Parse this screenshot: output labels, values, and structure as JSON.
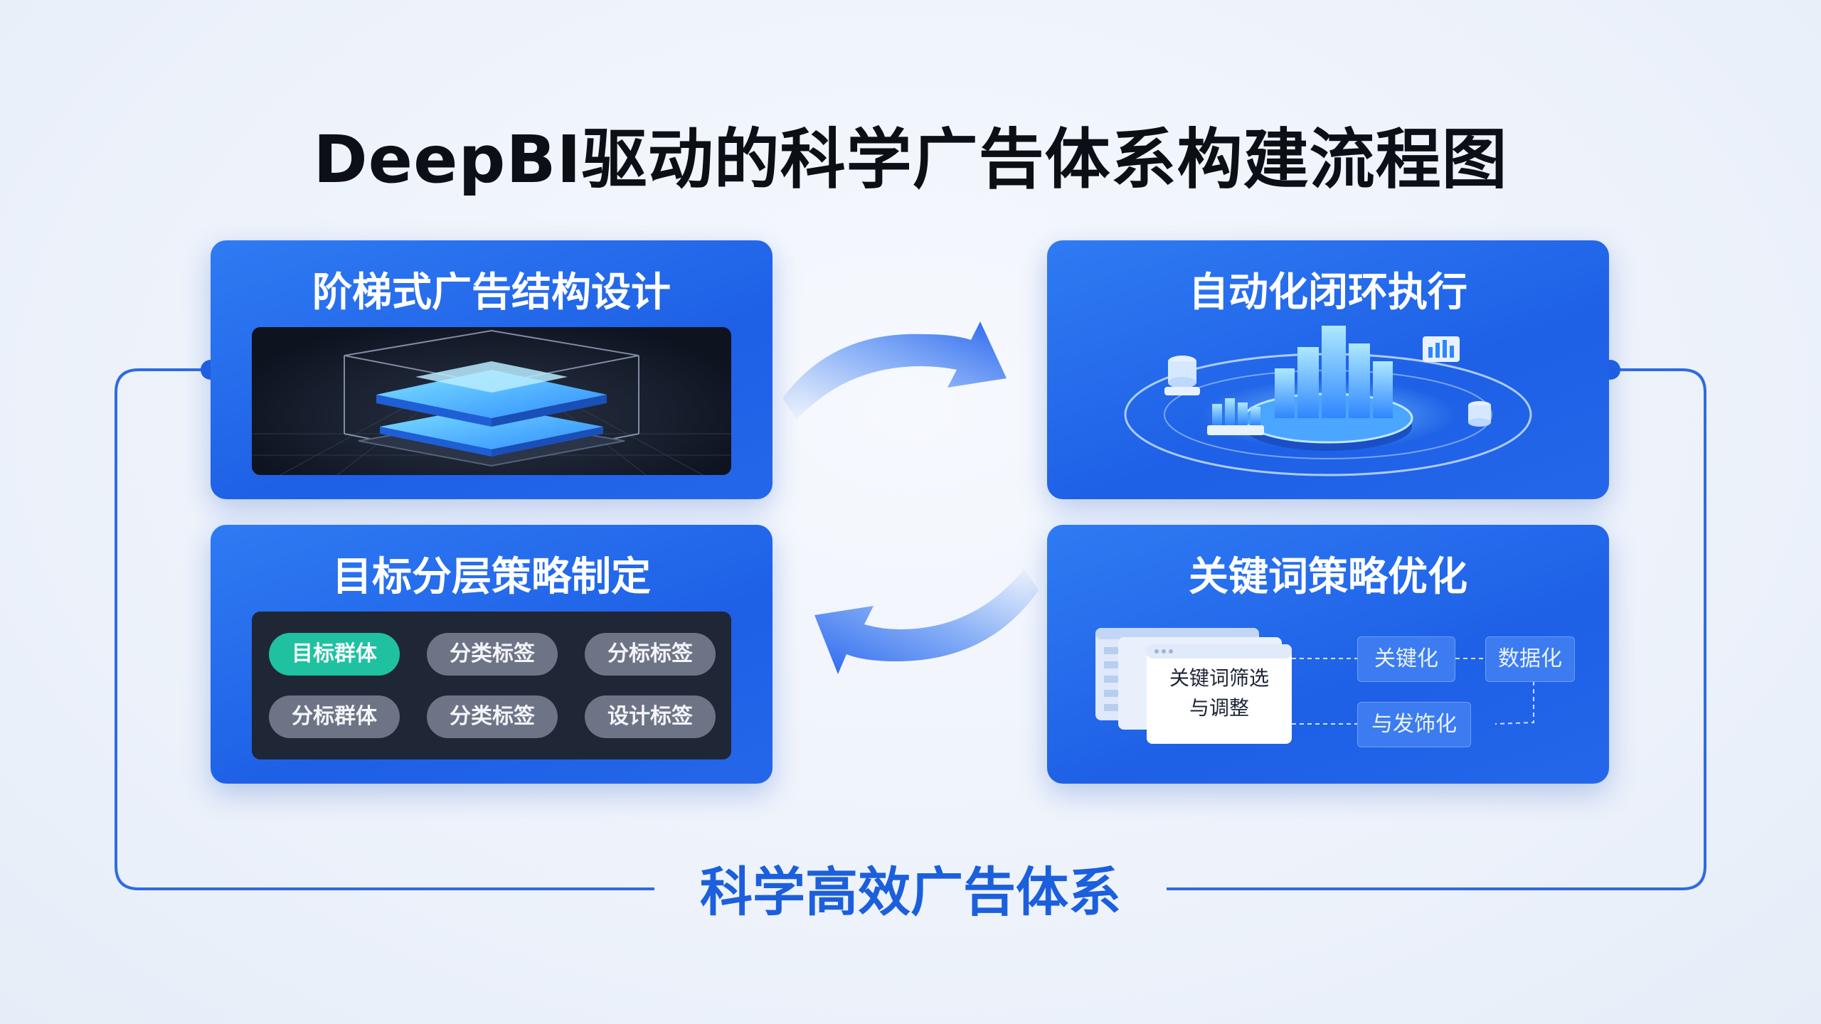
{
  "title": "DeepBI驱动的科学广告体系构建流程图",
  "cards": [
    {
      "title": "阶梯式广告结构设计"
    },
    {
      "title": "自动化闭环执行"
    },
    {
      "title": "目标分层策略制定"
    },
    {
      "title": "关键词策略优化"
    }
  ],
  "tags": [
    "目标群体",
    "分类标签",
    "分标标签",
    "分标群体",
    "分类标签",
    "设计标签"
  ],
  "keyword_panel": {
    "window_text_line1": "关键词筛选",
    "window_text_line2": "与调整",
    "boxes": [
      "关键化",
      "数据化",
      "与发饰化"
    ]
  },
  "bottom_label": "科学高效广告体系",
  "colors": {
    "card": "#2470ee",
    "accent_green": "#1fc1a0",
    "line": "#2e6be3",
    "bottom_label": "#1c5fdc"
  }
}
